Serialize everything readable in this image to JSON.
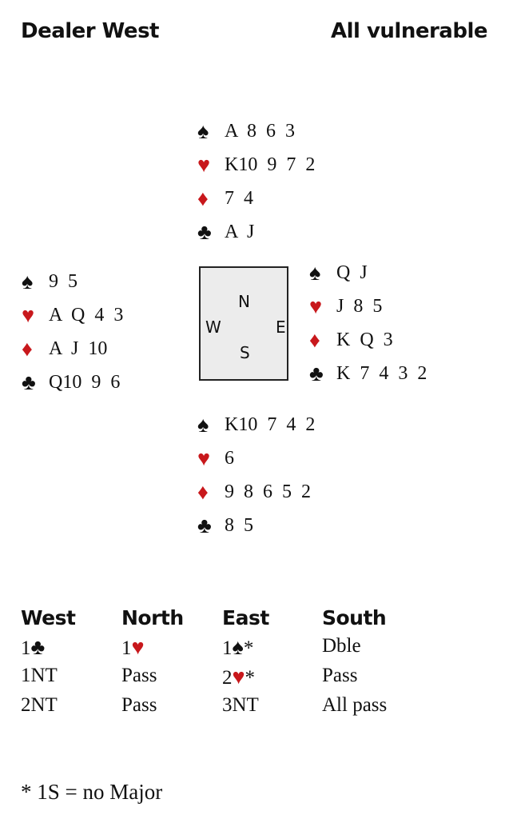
{
  "header": {
    "dealer": "Dealer West",
    "vulnerability": "All vulnerable"
  },
  "colors": {
    "red": "#c8181c",
    "black": "#111111",
    "table": "#ececec"
  },
  "suits": {
    "spades": "♠",
    "hearts": "♥",
    "diamonds": "♦",
    "clubs": "♣"
  },
  "hands": {
    "north": {
      "spades": "A 8 6 3",
      "hearts": "K10 9 7 2",
      "diamonds": "7 4",
      "clubs": "A J"
    },
    "west": {
      "spades": "9 5",
      "hearts": "A Q 4 3",
      "diamonds": "A J 10",
      "clubs": "Q10 9 6"
    },
    "east": {
      "spades": "Q J",
      "hearts": "J 8 5",
      "diamonds": "K Q 3",
      "clubs": "K 7 4 3 2"
    },
    "south": {
      "spades": "K10 7 4 2",
      "hearts": "6",
      "diamonds": "9 8 6 5 2",
      "clubs": "8 5"
    }
  },
  "compass": {
    "n": "N",
    "s": "S",
    "e": "E",
    "w": "W"
  },
  "bidding": {
    "headers": [
      "West",
      "North",
      "East",
      "South"
    ],
    "rows": [
      [
        {
          "level": "1",
          "suit": "♣",
          "note": ""
        },
        {
          "level": "1",
          "suit": "♥",
          "note": ""
        },
        {
          "level": "1",
          "suit": "♠",
          "note": "*"
        },
        {
          "level": "Dble",
          "suit": "",
          "note": ""
        }
      ],
      [
        {
          "level": "1NT",
          "suit": "",
          "note": ""
        },
        {
          "level": "Pass",
          "suit": "",
          "note": ""
        },
        {
          "level": "2",
          "suit": "♥",
          "note": "*"
        },
        {
          "level": "Pass",
          "suit": "",
          "note": ""
        }
      ],
      [
        {
          "level": "2NT",
          "suit": "",
          "note": ""
        },
        {
          "level": "Pass",
          "suit": "",
          "note": ""
        },
        {
          "level": "3NT",
          "suit": "",
          "note": ""
        },
        {
          "level": "All pass",
          "suit": "",
          "note": ""
        }
      ]
    ]
  },
  "footnote": "* 1S = no Major"
}
